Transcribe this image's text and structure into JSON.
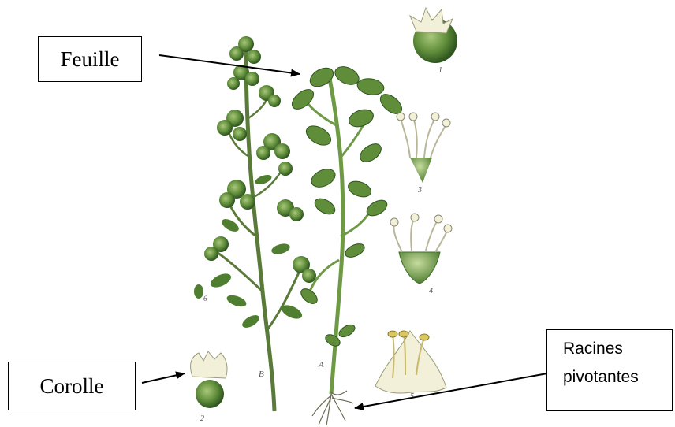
{
  "labels": {
    "feuille": "Feuille",
    "corolle": "Corolle",
    "racines_line1": "Racines",
    "racines_line2": "pivotantes"
  },
  "figure_letters": [
    "1",
    "2",
    "3",
    "4",
    "5",
    "6",
    "A",
    "B"
  ],
  "colors": {
    "leaf_dark": "#3f6d2a",
    "leaf_mid": "#6f9a45",
    "leaf_light": "#a9c77a",
    "stem": "#5a7a3a",
    "flower_cream": "#f3f0da",
    "flower_yellow": "#d9c760",
    "label_border": "#000000"
  }
}
